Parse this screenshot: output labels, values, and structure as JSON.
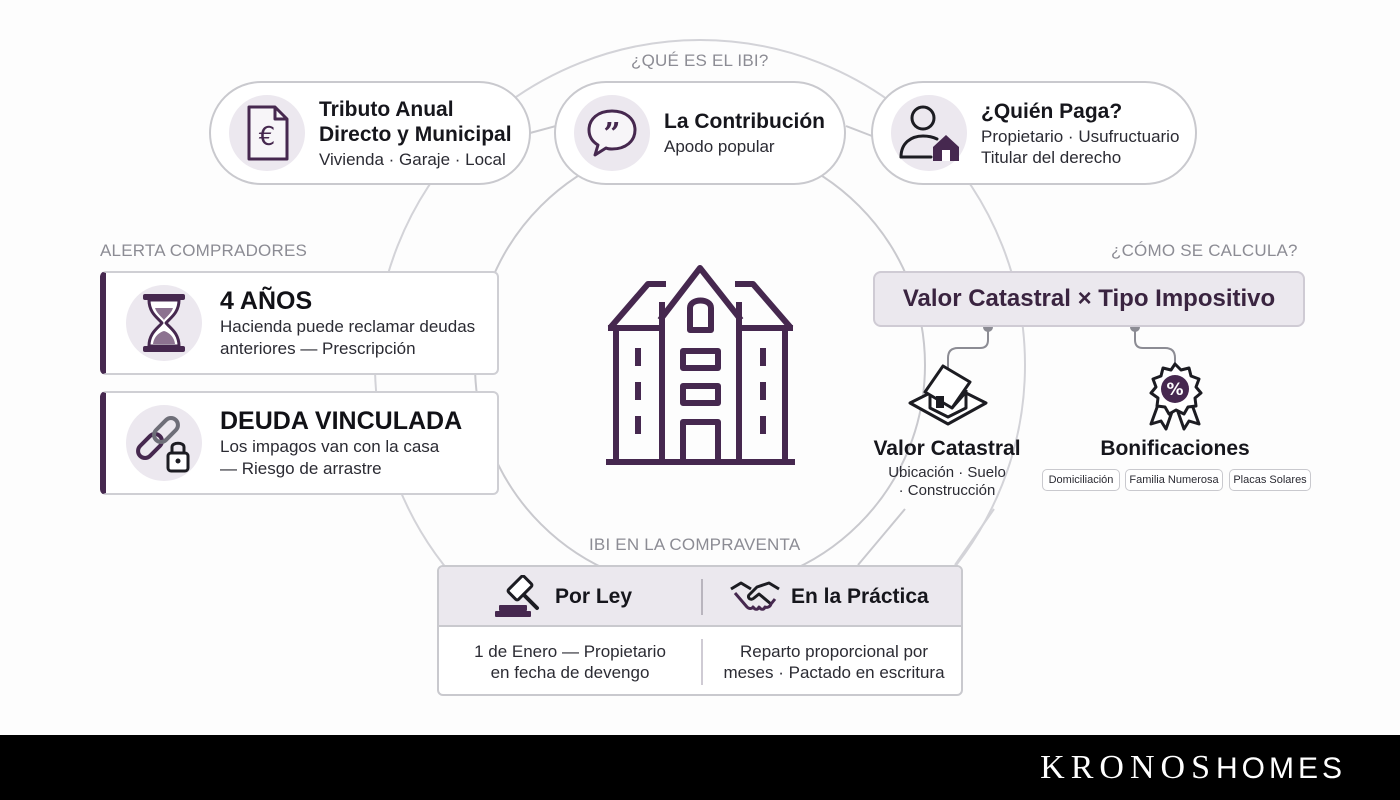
{
  "labels": {
    "que_es": "¿QUÉ ES EL IBI?",
    "alerta": "ALERTA COMPRADORES",
    "como": "¿CÓMO SE CALCULA?",
    "compraventa": "IBI EN LA COMPRAVENTA"
  },
  "tributo": {
    "title_line1": "Tributo Anual",
    "title_line2": "Directo y Municipal",
    "sub": "Vivienda · Garaje · Local",
    "icon": "euro-document-icon"
  },
  "contribucion": {
    "title": "La Contribución",
    "sub": "Apodo popular",
    "icon": "speech-quote-icon"
  },
  "quien": {
    "title": "¿Quién Paga?",
    "sub_line1": "Propietario · Usufructuario",
    "sub_line2": "Titular del derecho",
    "icon": "owner-house-icon"
  },
  "alertas": [
    {
      "title": "4 AÑOS",
      "line1": "Hacienda puede reclamar deudas",
      "line2": "anteriores — Prescripción",
      "icon": "hourglass-icon"
    },
    {
      "title": "DEUDA VINCULADA",
      "line1": "Los impagos van con la casa",
      "line2": "— Riesgo de arrastre",
      "icon": "chain-lock-icon"
    }
  ],
  "calculo": {
    "formula": "Valor Catastral × Tipo Impositivo",
    "valor": {
      "title": "Valor Catastral",
      "line1": "Ubicación · Suelo",
      "line2": "· Construcción",
      "icon": "isometric-house-icon"
    },
    "bonificaciones": {
      "title": "Bonificaciones",
      "icon": "percent-badge-icon",
      "tags": [
        "Domiciliación",
        "Familia Numerosa",
        "Placas Solares"
      ]
    }
  },
  "compraventa": {
    "ley": {
      "title": "Por Ley",
      "line1": "1 de Enero — Propietario",
      "line2": "en fecha de devengo",
      "icon": "gavel-icon"
    },
    "practica": {
      "title": "En la Práctica",
      "line1": "Reparto proporcional por",
      "line2": "meses · Pactado en escritura",
      "icon": "handshake-icon"
    }
  },
  "center_icon": "building-icon",
  "brand": {
    "bold": "KRONOS",
    "light": "HOMES"
  },
  "colors": {
    "accent": "#46284f",
    "icon_bg": "#ece8ef",
    "border": "#c9c9ce",
    "label": "#8c8c94",
    "footer": "#000000"
  }
}
